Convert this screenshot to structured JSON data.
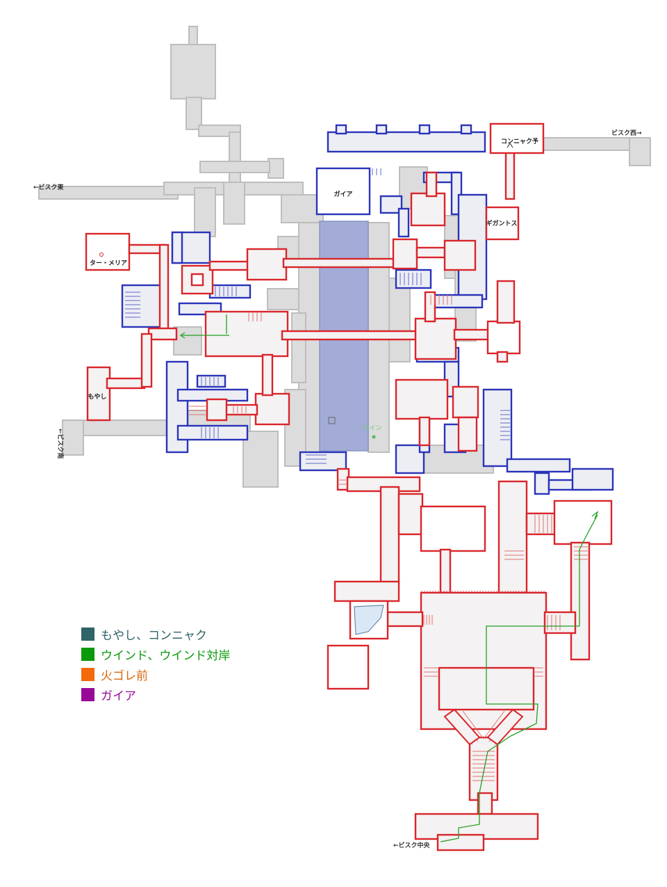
{
  "map": {
    "rooms": {
      "gaia": "ガイア",
      "konnyaku": "コンニャク予",
      "gigantes": "ギガントス",
      "tar_meria": "ター・メリア",
      "moyashi": "もやし",
      "wind": "ウイン"
    },
    "exits": {
      "bisque_east": "←ビスク東",
      "bisque_west": "ビスク西→",
      "bisque_south": "←ビスク南",
      "bisque_center": "←ビスク中央"
    }
  },
  "legend": [
    {
      "label": "もやし、コンニャク",
      "color": "#2f6468",
      "text_color": "#2f6468"
    },
    {
      "label": "ウインド、ウインド対岸",
      "color": "#0b9a0b",
      "text_color": "#0b9a0b"
    },
    {
      "label": "火ゴレ前",
      "color": "#f26a0c",
      "text_color": "#d7680e"
    },
    {
      "label": "ガイア",
      "color": "#970a97",
      "text_color": "#970a97"
    }
  ]
}
